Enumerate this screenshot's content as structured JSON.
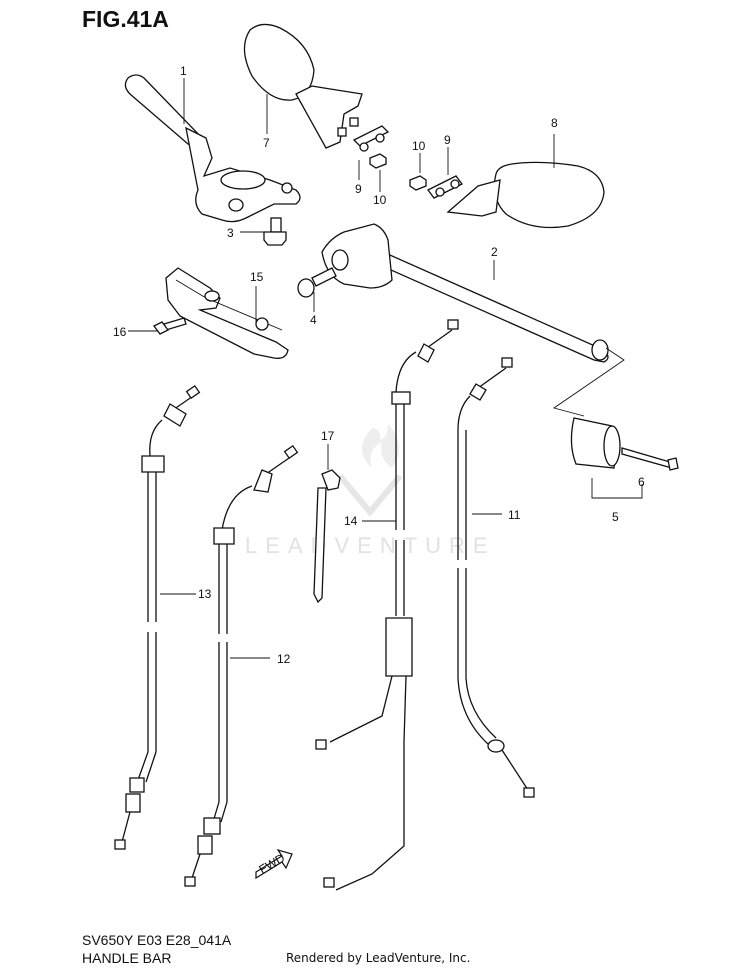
{
  "header": {
    "figure_title": "FIG.41A"
  },
  "footer": {
    "model_code": "SV650Y E03 E28_041A",
    "section_name": "HANDLE BAR",
    "render_credit": "Rendered by LeadVenture, Inc."
  },
  "watermark": {
    "text": "LEADVENTURE"
  },
  "fwd_mark": {
    "text": "FWD"
  },
  "callouts": {
    "c1": "1",
    "c2": "2",
    "c3": "3",
    "c4": "4",
    "c5": "5",
    "c6": "6",
    "c7": "7",
    "c8": "8",
    "c9a": "9",
    "c9b": "9",
    "c10a": "10",
    "c10b": "10",
    "c11": "11",
    "c12": "12",
    "c13": "13",
    "c14": "14",
    "c15": "15",
    "c16": "16",
    "c17": "17"
  }
}
